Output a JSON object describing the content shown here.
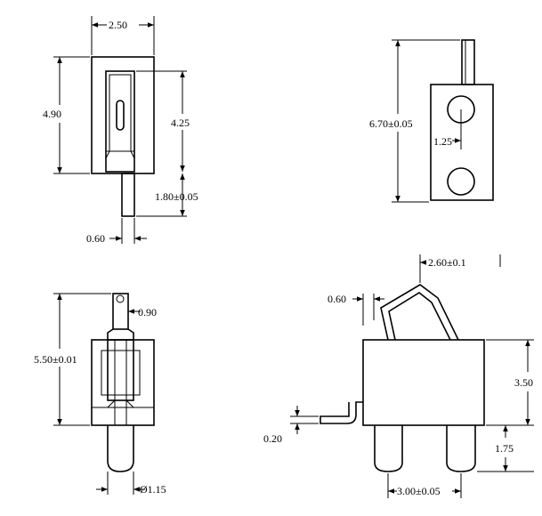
{
  "views": {
    "top_left": {
      "width": "2.50",
      "height_overall": "4.90",
      "slot_height": "4.25",
      "pin_length": "1.80±0.05",
      "pin_width": "0.60"
    },
    "top_right": {
      "height_overall": "6.70±0.05",
      "hole_spacing": "1.25"
    },
    "bottom_left": {
      "height_overall": "5.50±0.01",
      "tab_width": "0.90",
      "pin_diameter": "Ø1.15"
    },
    "bottom_right": {
      "top_lever_span": "2.60±0.1",
      "lever_thickness": "0.60",
      "body_height": "3.50",
      "pin_length": "1.75",
      "pin_spacing": "3.00±0.05",
      "lead_thickness": "0.20"
    }
  }
}
